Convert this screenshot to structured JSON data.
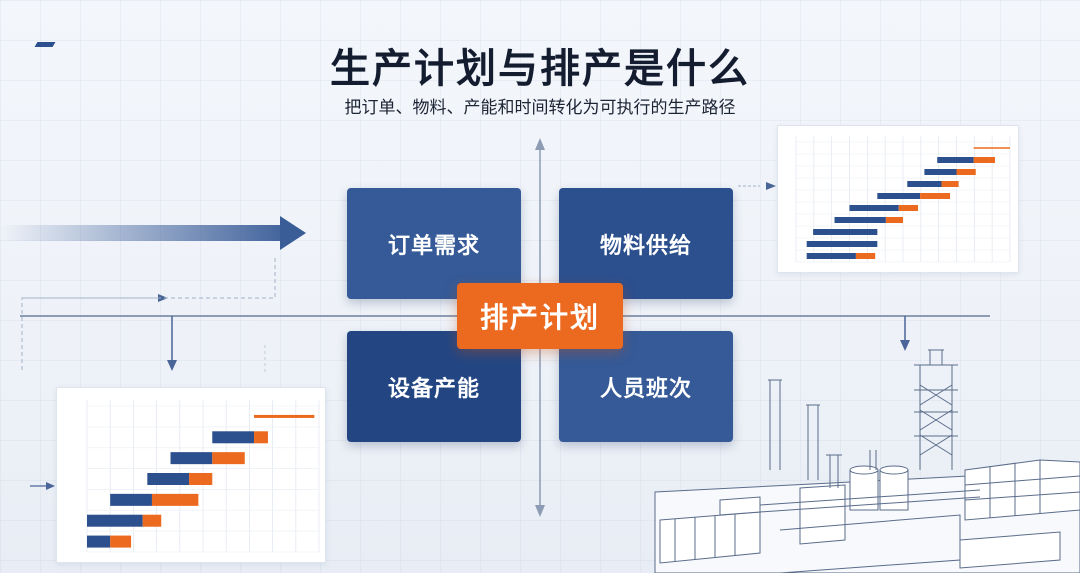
{
  "header": {
    "title": "生产计划与排产是什么",
    "subtitle": "把订单、物料、产能和时间转化为可执行的生产路径"
  },
  "quadrants": {
    "top_left": "订单需求",
    "top_right": "物料供给",
    "bottom_left": "设备产能",
    "bottom_right": "人员班次"
  },
  "center": {
    "label": "排产计划"
  },
  "colors": {
    "primary_blue": "#2c4f8e",
    "accent_orange": "#ec6a1f",
    "background": "#f3f6fb"
  },
  "gantt_right": {
    "bars": [
      {
        "blue_start": 0.05,
        "blue_end": 0.28,
        "orange_end": 0.37
      },
      {
        "blue_start": 0.05,
        "blue_end": 0.38,
        "orange_end": 0.38
      },
      {
        "blue_start": 0.08,
        "blue_end": 0.38,
        "orange_end": 0.38
      },
      {
        "blue_start": 0.18,
        "blue_end": 0.42,
        "orange_end": 0.5
      },
      {
        "blue_start": 0.25,
        "blue_end": 0.48,
        "orange_end": 0.57
      },
      {
        "blue_start": 0.38,
        "blue_end": 0.58,
        "orange_end": 0.72
      },
      {
        "blue_start": 0.52,
        "blue_end": 0.68,
        "orange_end": 0.76
      },
      {
        "blue_start": 0.6,
        "blue_end": 0.75,
        "orange_end": 0.84
      },
      {
        "blue_start": 0.66,
        "blue_end": 0.83,
        "orange_end": 0.93
      },
      {
        "blue_start": 0.83,
        "blue_end": 0.83,
        "orange_end": 1.0
      }
    ]
  },
  "gantt_left": {
    "bars": [
      {
        "blue_start": 0.0,
        "blue_end": 0.1,
        "orange_end": 0.19
      },
      {
        "blue_start": 0.0,
        "blue_end": 0.24,
        "orange_end": 0.32
      },
      {
        "blue_start": 0.1,
        "blue_end": 0.28,
        "orange_end": 0.48
      },
      {
        "blue_start": 0.26,
        "blue_end": 0.44,
        "orange_end": 0.54
      },
      {
        "blue_start": 0.36,
        "blue_end": 0.54,
        "orange_end": 0.68
      },
      {
        "blue_start": 0.54,
        "blue_end": 0.72,
        "orange_end": 0.78
      },
      {
        "blue_start": 0.72,
        "blue_end": 0.72,
        "orange_end": 0.98
      }
    ]
  }
}
